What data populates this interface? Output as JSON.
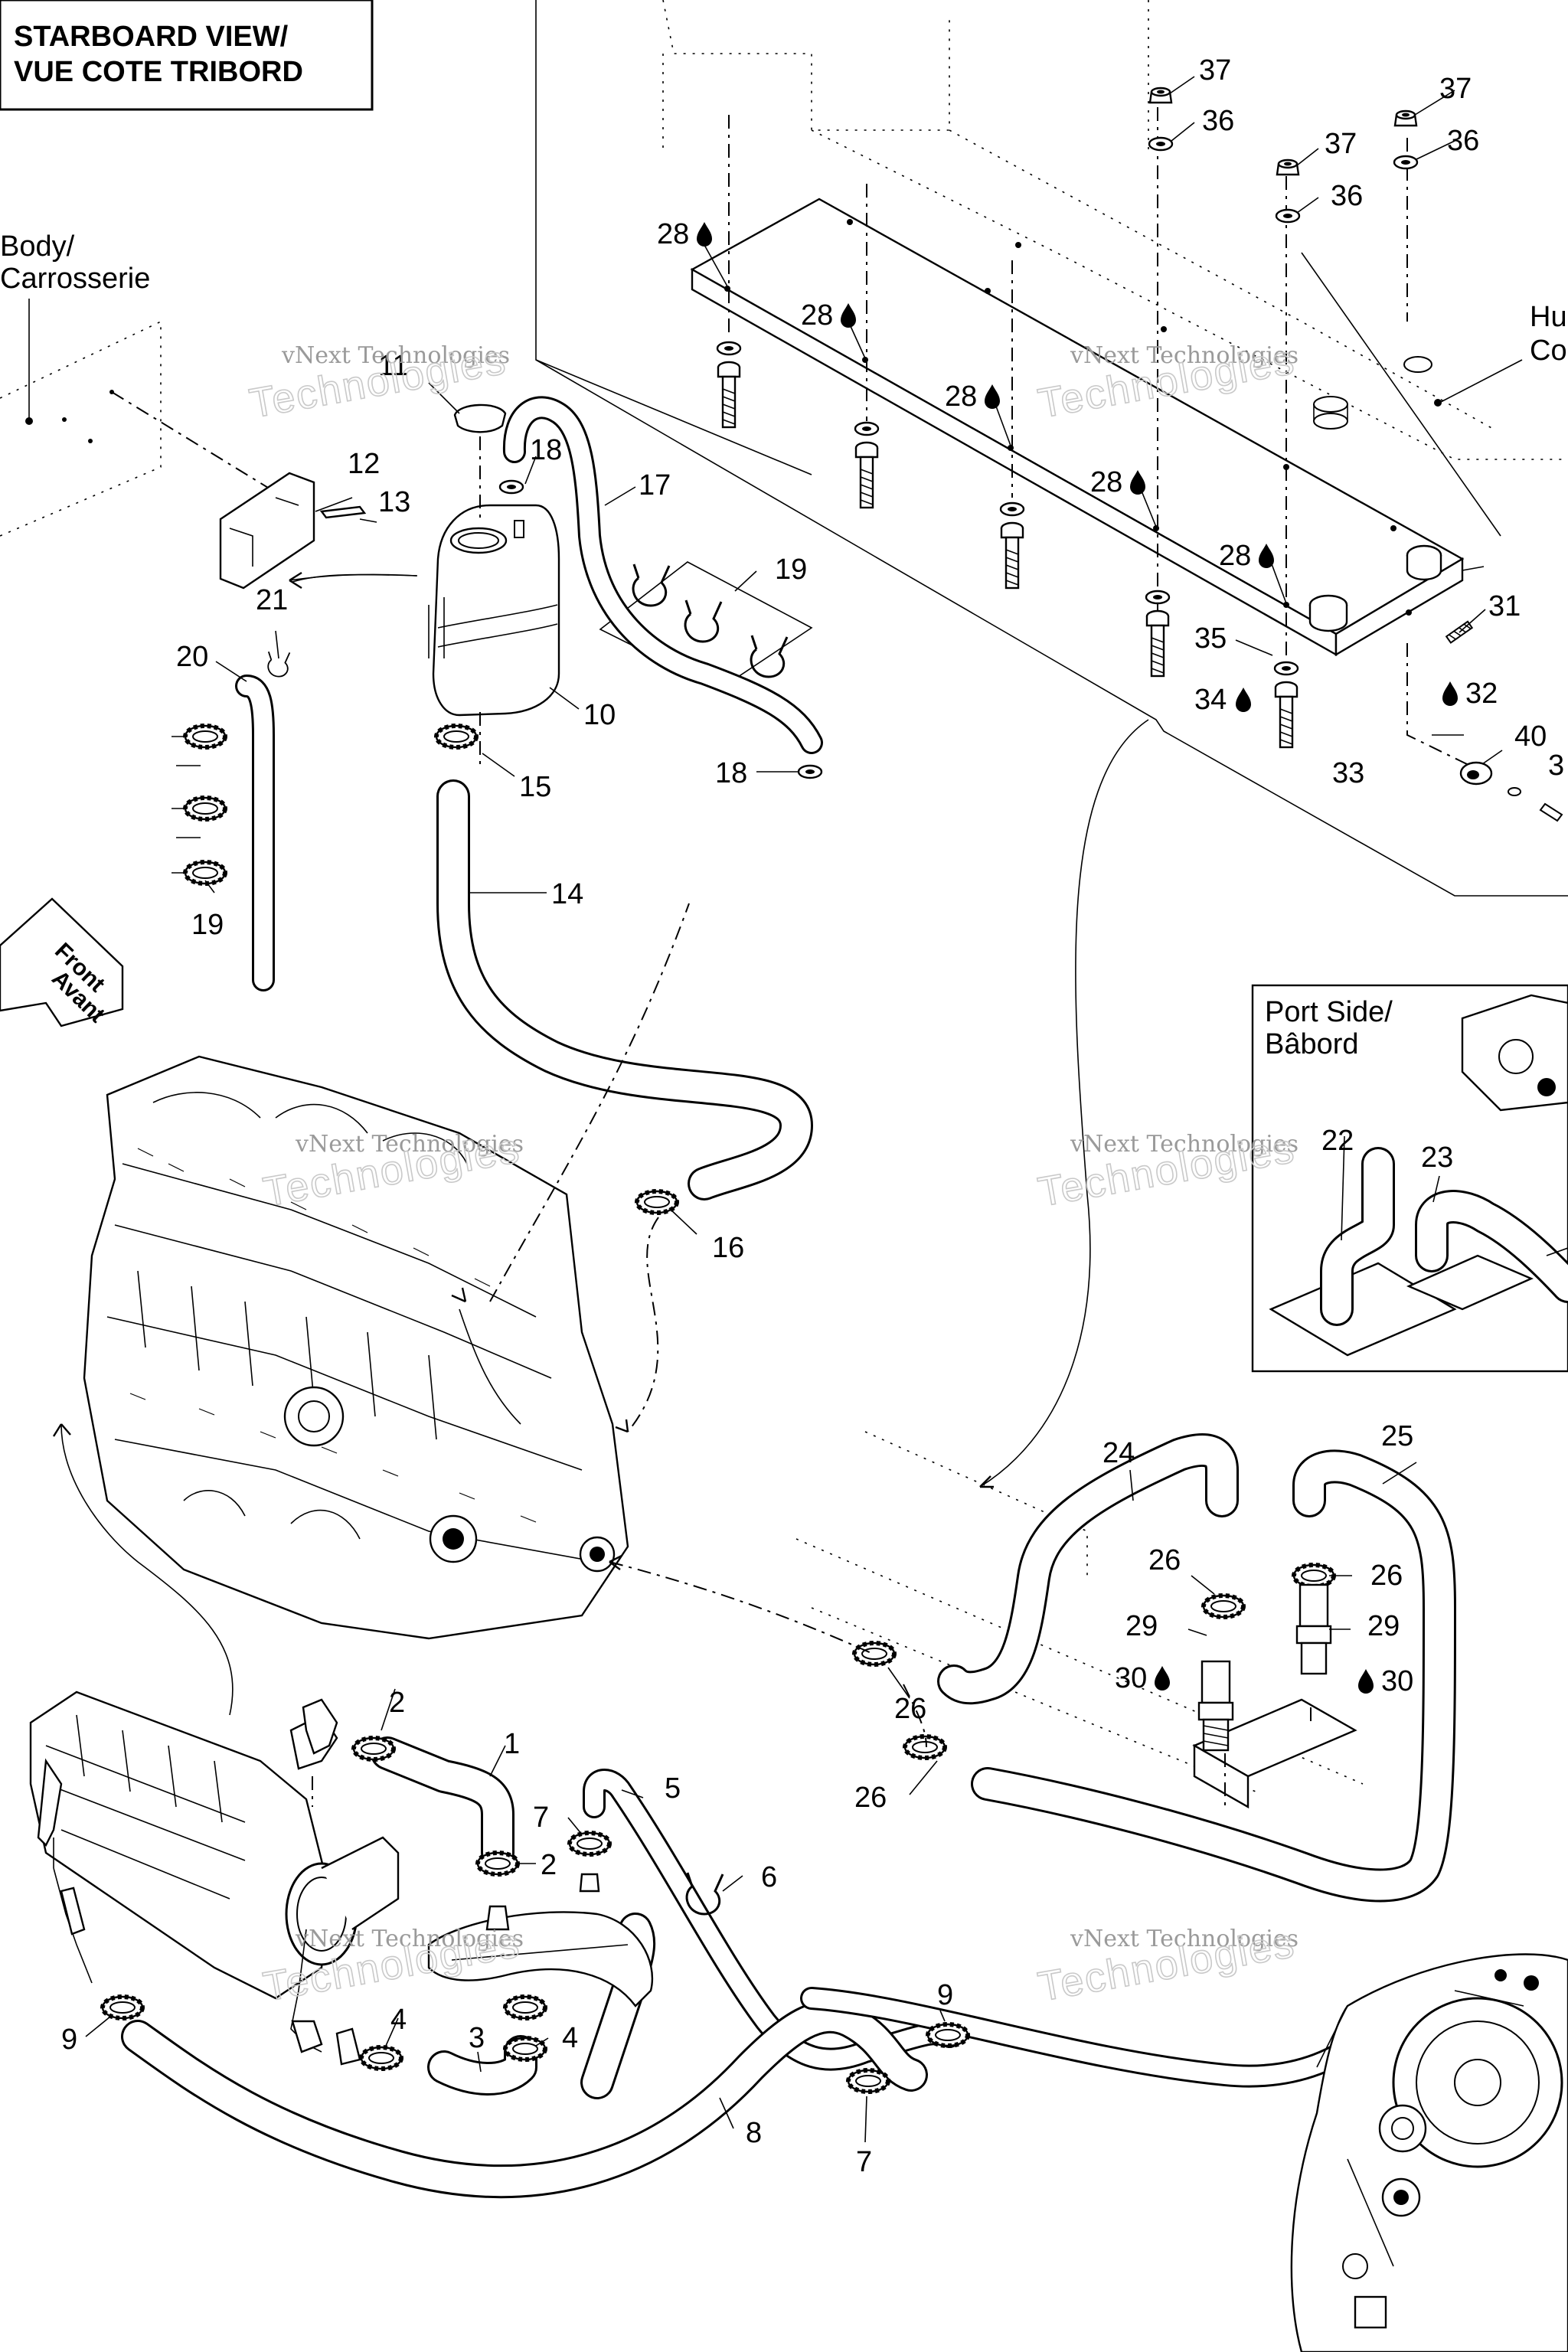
{
  "title": {
    "line1": "STARBOARD VIEW/",
    "line2": "VUE COTE TRIBORD"
  },
  "sections": {
    "body": {
      "line1": "Body/",
      "line2": "Carrosserie"
    },
    "hull": {
      "line1": "Hu",
      "line2": "Co"
    },
    "port_side": {
      "line1": "Port Side/",
      "line2": "Bâbord"
    }
  },
  "front_arrow": {
    "line1": "Front",
    "line2": "Avant"
  },
  "watermark": {
    "line1": "vNext Technologies",
    "line2": "Technologies"
  },
  "part_labels": [
    {
      "id": "p37a",
      "text": "37"
    },
    {
      "id": "p36a",
      "text": "36"
    },
    {
      "id": "p37b",
      "text": "37"
    },
    {
      "id": "p36b",
      "text": "36"
    },
    {
      "id": "p37c",
      "text": "37"
    },
    {
      "id": "p36c",
      "text": "36"
    },
    {
      "id": "p28a",
      "text": "28"
    },
    {
      "id": "p28b",
      "text": "28"
    },
    {
      "id": "p28c",
      "text": "28"
    },
    {
      "id": "p28d",
      "text": "28"
    },
    {
      "id": "p28e",
      "text": "28"
    },
    {
      "id": "p11",
      "text": "11"
    },
    {
      "id": "p12",
      "text": "12"
    },
    {
      "id": "p13",
      "text": "13"
    },
    {
      "id": "p18a",
      "text": "18"
    },
    {
      "id": "p17",
      "text": "17"
    },
    {
      "id": "p19a",
      "text": "19"
    },
    {
      "id": "p21",
      "text": "21"
    },
    {
      "id": "p20",
      "text": "20"
    },
    {
      "id": "p10",
      "text": "10"
    },
    {
      "id": "p15",
      "text": "15"
    },
    {
      "id": "p18b",
      "text": "18"
    },
    {
      "id": "p14",
      "text": "14"
    },
    {
      "id": "p19b",
      "text": "19"
    },
    {
      "id": "p31",
      "text": "31"
    },
    {
      "id": "p35",
      "text": "35"
    },
    {
      "id": "p32",
      "text": "32"
    },
    {
      "id": "p34",
      "text": "34"
    },
    {
      "id": "p33",
      "text": "33"
    },
    {
      "id": "p40",
      "text": "40"
    },
    {
      "id": "p3x",
      "text": "3"
    },
    {
      "id": "p16",
      "text": "16"
    },
    {
      "id": "p22",
      "text": "22"
    },
    {
      "id": "p23",
      "text": "23"
    },
    {
      "id": "p24",
      "text": "24"
    },
    {
      "id": "p25",
      "text": "25"
    },
    {
      "id": "p26a",
      "text": "26"
    },
    {
      "id": "p26b",
      "text": "26"
    },
    {
      "id": "p29a",
      "text": "29"
    },
    {
      "id": "p29b",
      "text": "29"
    },
    {
      "id": "p30a",
      "text": "30"
    },
    {
      "id": "p30b",
      "text": "30"
    },
    {
      "id": "p26c",
      "text": "26"
    },
    {
      "id": "p26d",
      "text": "26"
    },
    {
      "id": "p2a",
      "text": "2"
    },
    {
      "id": "p1",
      "text": "1"
    },
    {
      "id": "p2b",
      "text": "2"
    },
    {
      "id": "p7a",
      "text": "7"
    },
    {
      "id": "p5",
      "text": "5"
    },
    {
      "id": "p6",
      "text": "6"
    },
    {
      "id": "p9a",
      "text": "9"
    },
    {
      "id": "p4a",
      "text": "4"
    },
    {
      "id": "p3",
      "text": "3"
    },
    {
      "id": "p4b",
      "text": "4"
    },
    {
      "id": "p9b",
      "text": "9"
    },
    {
      "id": "p7b",
      "text": "7"
    },
    {
      "id": "p8",
      "text": "8"
    }
  ]
}
